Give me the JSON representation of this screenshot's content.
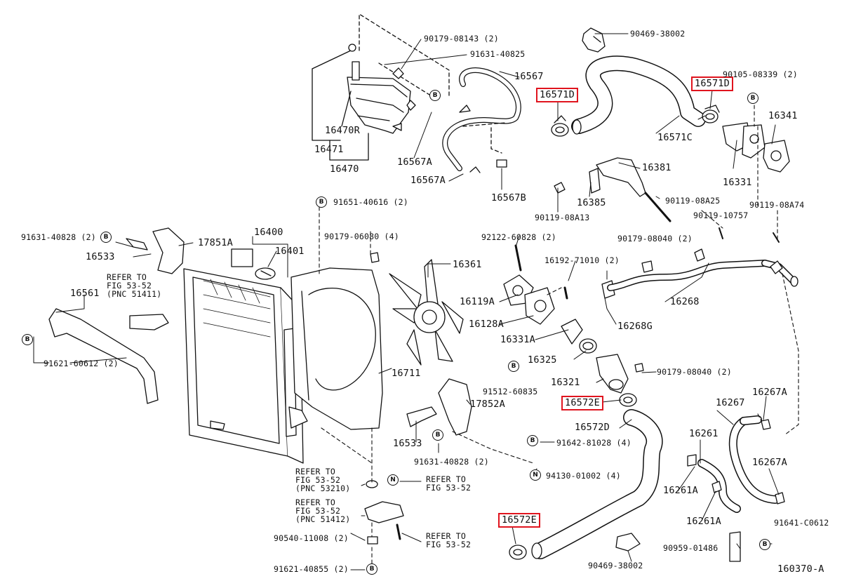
{
  "labels": {
    "p90179_08143": "90179-08143 (2)",
    "p91631_40825": "91631-40825",
    "p16567": "16567",
    "p16470R": "16470R",
    "p16471": "16471",
    "p16470": "16470",
    "p16567A_1": "16567A",
    "p16567A_2": "16567A",
    "p16567B": "16567B",
    "p90469_38002_top": "90469-38002",
    "p90105_08339": "90105-08339 (2)",
    "p16571C": "16571C",
    "p16341": "16341",
    "p16331": "16331",
    "p16381": "16381",
    "p16385": "16385",
    "p90119_08A25": "90119-08A25",
    "p90119_08A13": "90119-08A13",
    "p90119_10757": "90119-10757",
    "p90119_08A74": "90119-08A74",
    "p91651_40616": "91651-40616 (2)",
    "p16400": "16400",
    "p16401": "16401",
    "p91631_40828_left": "91631-40828 (2)",
    "p16533_left": "16533",
    "p17851A": "17851A",
    "p16561": "16561",
    "refer_5252": "REFER TO\nFIG 53-52\n(PNC 51411)",
    "p91621_60612": "91621-60612 (2)",
    "p90179_06080": "90179-06080 (4)",
    "p16361": "16361",
    "p92122_60828": "92122-60828 (2)",
    "p16192_71010": "16192-71010 (2)",
    "p90179_08040_top": "90179-08040 (2)",
    "p16119A": "16119A",
    "p16268": "16268",
    "p16128A": "16128A",
    "p16268G": "16268G",
    "p16331A": "16331A",
    "p16325": "16325",
    "p16711": "16711",
    "p91512_60835": "91512-60835",
    "p16321": "16321",
    "p90179_08040_mid": "90179-08040 (2)",
    "p17852A": "17852A",
    "p16572D": "16572D",
    "p16267": "16267",
    "p16267A_1": "16267A",
    "p16267A_2": "16267A",
    "p16533_mid": "16533",
    "p91642_81028": "91642-81028 (4)",
    "p16261": "16261",
    "p91631_40828_mid": "91631-40828 (2)",
    "p94130_01002": "94130-01002 (4)",
    "p16261A_1": "16261A",
    "p16261A_2": "16261A",
    "refer_53210": "REFER TO\nFIG 53-52\n(PNC 53210)",
    "refer_n1": "REFER TO\nFIG 53-52",
    "refer_51412": "REFER TO\nFIG 53-52\n(PNC 51412)",
    "p91641_C0612": "91641-C0612",
    "p90540_11008": "90540-11008 (2)",
    "refer_n2": "REFER TO\nFIG 53-52",
    "p90959_01486": "90959-01486",
    "p91621_40855": "91621-40855 (2)",
    "p90469_38002_bot": "90469-38002",
    "diagram_id": "160370-A"
  },
  "highlighted": {
    "h16571D_left": "16571D",
    "h16571D_right": "16571D",
    "h16572E_mid": "16572E",
    "h16572E_bot": "16572E"
  },
  "markers": {
    "B": "B",
    "N": "N"
  },
  "colors": {
    "highlight": "#e0141e",
    "line": "#111111"
  }
}
